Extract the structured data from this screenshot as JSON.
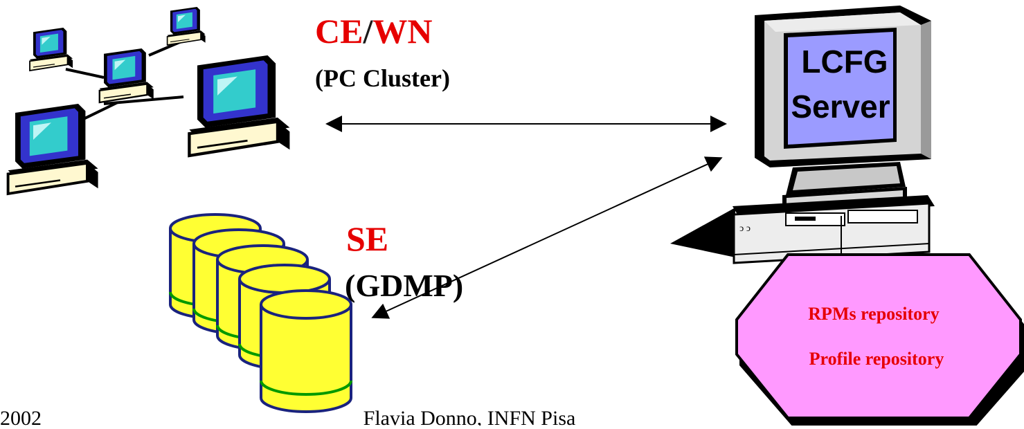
{
  "labels": {
    "ce_wn": {
      "part1": "CE",
      "slash": "/",
      "part2": "WN",
      "color": "#e60000"
    },
    "pc_cluster": "(PC Cluster)",
    "se": {
      "text": "SE",
      "color": "#e60000"
    },
    "gdmp": "(GDMP)"
  },
  "server": {
    "screen_line1": "LCFG",
    "screen_line2": "Server",
    "screen_color": "#9b9bff"
  },
  "repository": {
    "line1": "RPMs repository",
    "line2": "Profile repository",
    "fill": "#ff99ff",
    "text_color": "#e60000"
  },
  "footer": {
    "left": "2002",
    "center": "Flavia Donno, INFN Pisa"
  },
  "icons": {
    "cluster": "pc-cluster-icon",
    "disks": "disk-stack-icon",
    "server": "server-computer-icon"
  }
}
